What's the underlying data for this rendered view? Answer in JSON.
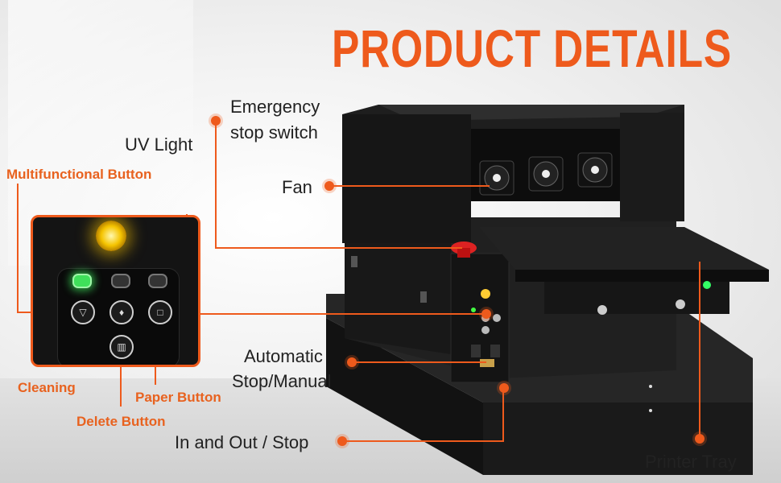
{
  "header": {
    "title": "PRODUCT DETAILS"
  },
  "colors": {
    "accent": "#ee5a1c",
    "printer_body": "#1c1c1c",
    "text": "#222222"
  },
  "labels": {
    "emergency_line1": "Emergency",
    "emergency_line2": "stop switch",
    "uv_light": "UV Light",
    "fan": "Fan",
    "automatic_line1": "Automatic",
    "automatic_line2": "Stop/Manual",
    "in_and_out": "In and Out / Stop",
    "printer_tray": "Printer Tray"
  },
  "buttons_labels": {
    "multifunctional": "Multifunctional Button",
    "cleaning": "Cleaning",
    "delete": "Delete Button",
    "paper": "Paper Button"
  },
  "icons": [
    "uv-light-icon",
    "green-led-icon",
    "led-icon",
    "triangle-icon",
    "drop-icon",
    "square-icon",
    "trash-icon",
    "fan-icon",
    "emergency-stop-icon"
  ]
}
